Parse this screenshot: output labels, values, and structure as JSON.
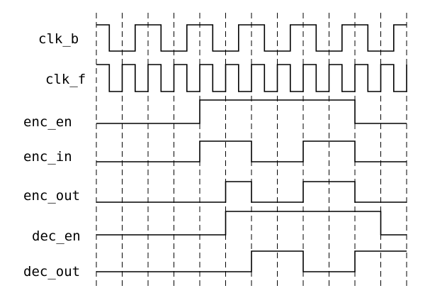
{
  "diagram": {
    "type": "timing-diagram",
    "line_color": "#000000",
    "background": "#ffffff",
    "time_steps": 12,
    "signals": [
      {
        "name": "clk_b",
        "transitions": [
          1,
          0,
          0,
          1,
          1,
          0,
          0,
          1,
          1,
          0,
          0,
          1,
          1,
          0,
          0,
          1,
          1,
          0,
          0,
          1,
          1,
          0,
          0,
          1,
          1
        ]
      },
      {
        "name": "clk_f",
        "transitions": [
          1,
          0,
          1,
          0,
          1,
          0,
          1,
          0,
          1,
          0,
          1,
          0,
          1,
          0,
          1,
          0,
          1,
          0,
          1,
          0,
          1,
          0,
          1,
          0,
          1
        ]
      },
      {
        "name": "enc_en",
        "transitions": [
          0,
          0,
          0,
          0,
          0,
          0,
          0,
          0,
          1,
          1,
          1,
          1,
          1,
          1,
          1,
          1,
          1,
          1,
          1,
          1,
          0,
          0,
          0,
          0,
          0
        ]
      },
      {
        "name": "enc_in",
        "transitions": [
          0,
          0,
          0,
          0,
          0,
          0,
          0,
          0,
          1,
          1,
          1,
          1,
          0,
          0,
          0,
          0,
          1,
          1,
          1,
          1,
          0,
          0,
          0,
          0,
          0
        ]
      },
      {
        "name": "enc_out",
        "transitions": [
          0,
          0,
          0,
          0,
          0,
          0,
          0,
          0,
          0,
          0,
          1,
          1,
          0,
          0,
          0,
          0,
          1,
          1,
          1,
          1,
          0,
          0,
          0,
          0,
          0
        ]
      },
      {
        "name": "dec_en",
        "transitions": [
          0,
          0,
          0,
          0,
          0,
          0,
          0,
          0,
          0,
          0,
          1,
          1,
          1,
          1,
          1,
          1,
          1,
          1,
          1,
          1,
          1,
          1,
          0,
          0,
          0
        ]
      },
      {
        "name": "dec_out",
        "transitions": [
          0,
          0,
          0,
          0,
          0,
          0,
          0,
          0,
          0,
          0,
          0,
          0,
          1,
          1,
          1,
          1,
          0,
          0,
          0,
          0,
          1,
          1,
          1,
          1,
          1
        ]
      }
    ]
  }
}
